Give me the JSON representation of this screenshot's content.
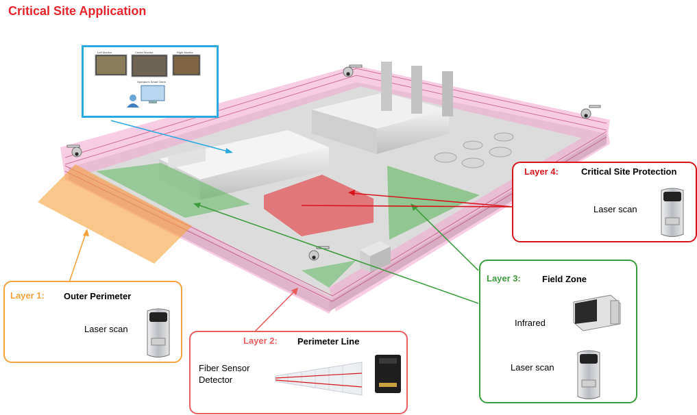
{
  "title": "Critical Site Application",
  "colors": {
    "title": "#e8242a",
    "layer1": "#f5a23c",
    "layer2": "#e85c5c",
    "layer3": "#3d9a3d",
    "layer4": "#d7141b",
    "control": "#29a9e0",
    "fence_zone": "#f4a6cf"
  },
  "control_room": {
    "monitors": [
      "Left Monitor",
      "Center Monitor",
      "Right Monitor"
    ],
    "client": "Operator's Smart Client"
  },
  "layers": [
    {
      "tag": "Layer 1:",
      "title": "Outer Perimeter",
      "sensors": [
        "Laser scan"
      ]
    },
    {
      "tag": "Layer 2:",
      "title": "Perimeter Line",
      "sensors": [
        "Fiber Sensor\nDetector"
      ]
    },
    {
      "tag": "Layer 3:",
      "title": "Field Zone",
      "sensors": [
        "Infrared",
        "Laser scan"
      ]
    },
    {
      "tag": "Layer 4:",
      "title": "Critical Site Protection",
      "sensors": [
        "Laser scan"
      ]
    }
  ]
}
